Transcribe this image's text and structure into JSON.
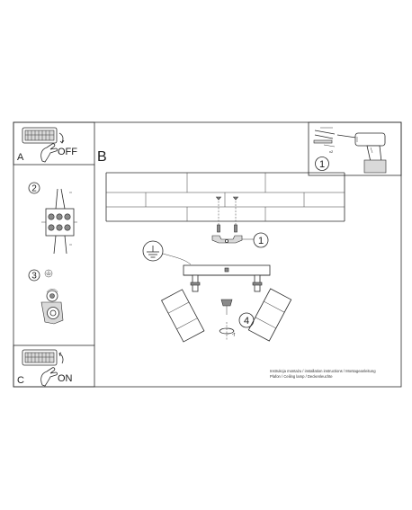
{
  "panels": {
    "a": {
      "letter": "A",
      "switch_state": "OFF"
    },
    "c": {
      "letter": "C",
      "switch_state": "ON"
    },
    "b": {
      "letter": "B"
    }
  },
  "steps": {
    "s1": "1",
    "s2": "2",
    "s3": "3",
    "s4": "4",
    "s1b": "1"
  },
  "footer": {
    "line1": "Instrukcja montażu / installation instructions / Montageanleitung",
    "line2": "Plafon / Ceiling lamp / Deckenleuchte"
  },
  "icons": {
    "switch": "light-switch-icon",
    "hand": "hand-icon",
    "drill": "power-drill-icon",
    "anchors": "wall-anchor-screws-icon",
    "ground": "ground-symbol-icon",
    "connector": "terminal-block-icon",
    "rotate": "rotate-arrow-icon"
  },
  "colors": {
    "line": "#2a2a2a",
    "background": "#ffffff",
    "gray": "#d9d9d9"
  }
}
